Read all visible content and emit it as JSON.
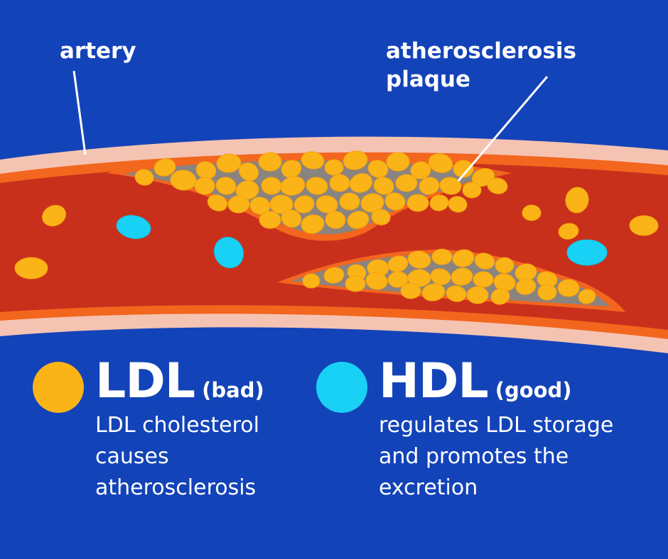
{
  "colors": {
    "background": "#1343b8",
    "artery_wall": "#f5c3b2",
    "artery_inner": "#f2661e",
    "blood": "#c9301c",
    "plaque_gray": "#8a8480",
    "ldl": "#fbb417",
    "hdl": "#19d1f5"
  },
  "labels": {
    "artery": "artery",
    "plaque_line1": "atherosclerosis",
    "plaque_line2": "plaque"
  },
  "legend": {
    "ldl": {
      "title": "LDL",
      "qualifier": "(bad)",
      "desc_lines": [
        "LDL cholesterol",
        "causes",
        "atherosclerosis"
      ],
      "icon": "yellow-circle-icon"
    },
    "hdl": {
      "title": "HDL",
      "qualifier": "(good)",
      "desc_lines": [
        "regulates LDL storage",
        "and promotes the",
        "excretion"
      ],
      "icon": "cyan-circle-icon"
    }
  }
}
